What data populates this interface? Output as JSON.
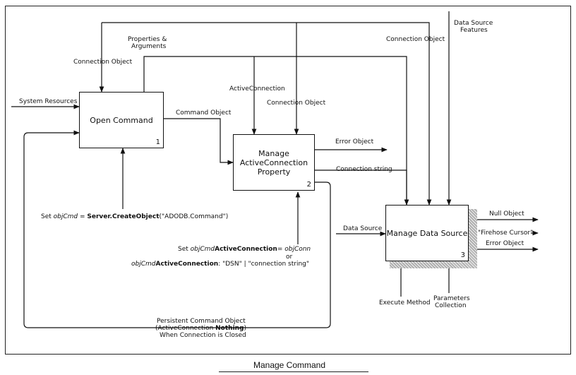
{
  "caption": "Manage Command",
  "boxes": {
    "open_command": {
      "title": "Open Command",
      "number": "1"
    },
    "manage_active_connection": {
      "title_line1": "Manage",
      "title_line2": "ActiveConnection",
      "title_line3": "Property",
      "number": "2"
    },
    "manage_data_source": {
      "title": "Manage Data Source",
      "number": "3"
    }
  },
  "labels": {
    "connection_object_top": "Connection Object",
    "properties_arguments_1": "Properties &",
    "properties_arguments_2": "Arguments",
    "system_resources": "System Resources",
    "active_connection": "ActiveConnection",
    "connection_object_mid": "Connection Object",
    "command_object": "Command Object",
    "error_object_2": "Error Object",
    "connection_string": "Connection string",
    "connection_object_right": "Connection Object",
    "data_source_features_1": "Data Source",
    "data_source_features_2": "Features",
    "data_source": "Data Source",
    "null_object": "Null Object",
    "firehose_cursor": "\"Firehose Cursor\"",
    "error_object_3": "Error Object",
    "execute_method": "Execute Method",
    "parameters_collection_1": "Parameters",
    "parameters_collection_2": "Collection",
    "set_cmd_prefix": "Set ",
    "set_cmd_var": "objCmd",
    "set_cmd_eq": " = ",
    "set_cmd_bold": "Server.CreateObject",
    "set_cmd_arg": "(\"ADODB.Command\")",
    "set_ac_prefix": "Set ",
    "set_ac_var": "objCmd",
    "set_ac_bold": "ActiveConnection",
    "set_ac_eq": "= ",
    "set_ac_val": "objConn",
    "or_text": "or",
    "dsn_var": "objCmd",
    "dsn_bold": "ActiveConnection",
    "dsn_rest": ": \"DSN\" | \"connection string\"",
    "persistent_1": "Persistent Command Object",
    "persistent_2_pre": "(ActiveConnection ",
    "persistent_2_bold": "Nothing",
    "persistent_2_post": ")",
    "persistent_3": "When Connection is Closed"
  }
}
